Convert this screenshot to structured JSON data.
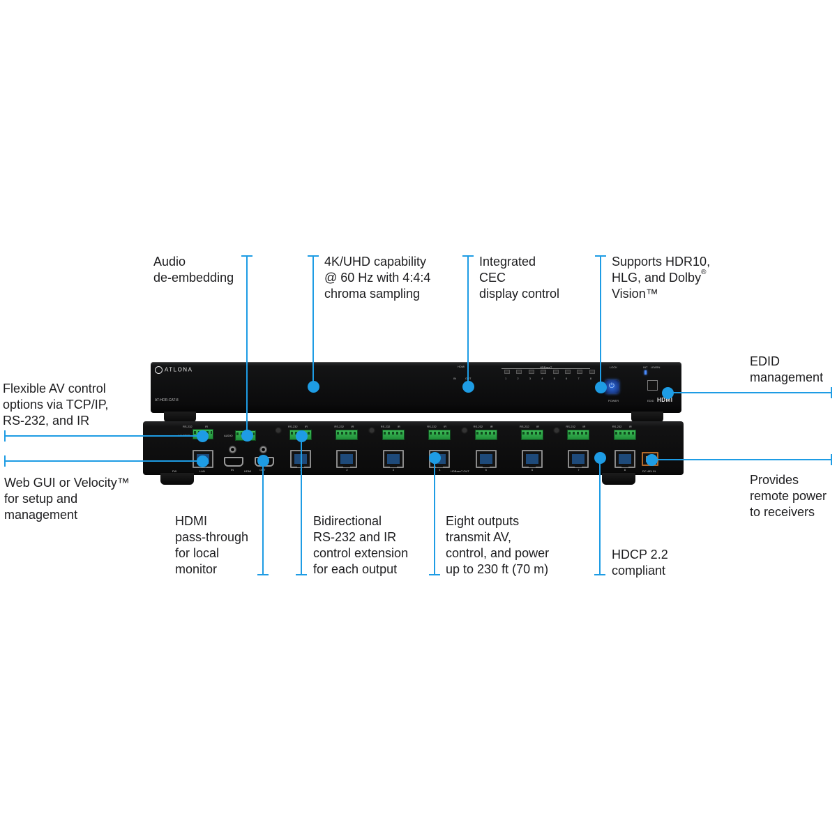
{
  "callouts": {
    "audio": [
      "Audio",
      "de-embedding"
    ],
    "uhd": [
      "4K/UHD capability",
      "@ 60 Hz with 4:4:4",
      "chroma sampling"
    ],
    "cec": [
      "Integrated",
      "CEC",
      "display control"
    ],
    "hdr": {
      "line1": "Supports HDR10,",
      "line2_pre": "HLG, and Dolby",
      "line2_sup": "®",
      "line3": "Vision™"
    },
    "edid": [
      "EDID",
      "management"
    ],
    "av_control": [
      "Flexible AV control",
      "options via TCP/IP,",
      "RS-232, and IR"
    ],
    "web_gui": [
      "Web GUI or Velocity™",
      "for setup and",
      "management"
    ],
    "remote_power": [
      "Provides",
      "remote power",
      "to receivers"
    ],
    "hdmi_pass": [
      "HDMI",
      "pass-through",
      "for local",
      "monitor"
    ],
    "rs232": [
      "Bidirectional",
      "RS-232 and IR",
      "control extension",
      "for each output"
    ],
    "outputs": [
      "Eight outputs",
      "transmit AV,",
      "control, and power",
      "up to 230 ft (70 m)"
    ],
    "hdcp": [
      "HDCP 2.2",
      "compliant"
    ]
  },
  "device": {
    "brand": "ATLONA",
    "model": "AT-HDR-CAT-8",
    "hdmi_logo": "HDMI",
    "front_labels": {
      "hdmi": "HDMI",
      "in": "IN",
      "out": "OUT",
      "hdbaset": "HDBaseT",
      "lock": "LOCK",
      "power": "POWER",
      "int": "INT",
      "learn": "LEARN",
      "edid": "EDID",
      "led_numbers": [
        "1",
        "2",
        "3",
        "4",
        "5",
        "6",
        "7",
        "8"
      ]
    },
    "rear_labels": {
      "rs232": "RS-232",
      "ir": "IR",
      "master": "MASTER",
      "audio": "AUDIO",
      "lan": "LAN",
      "in": "IN",
      "hdmi": "HDMI",
      "out": "OUT",
      "hdbaset_out": "HDBaseT OUT",
      "dc_in": "DC 48V IN",
      "fw": "FW",
      "port_numbers": [
        "1",
        "2",
        "3",
        "4",
        "5",
        "6",
        "7",
        "8"
      ]
    }
  },
  "colors": {
    "accent": "#1e9ce4",
    "device": "#0b0b0c",
    "terminal": "#2fa84a",
    "text": "#1d1d1f"
  }
}
